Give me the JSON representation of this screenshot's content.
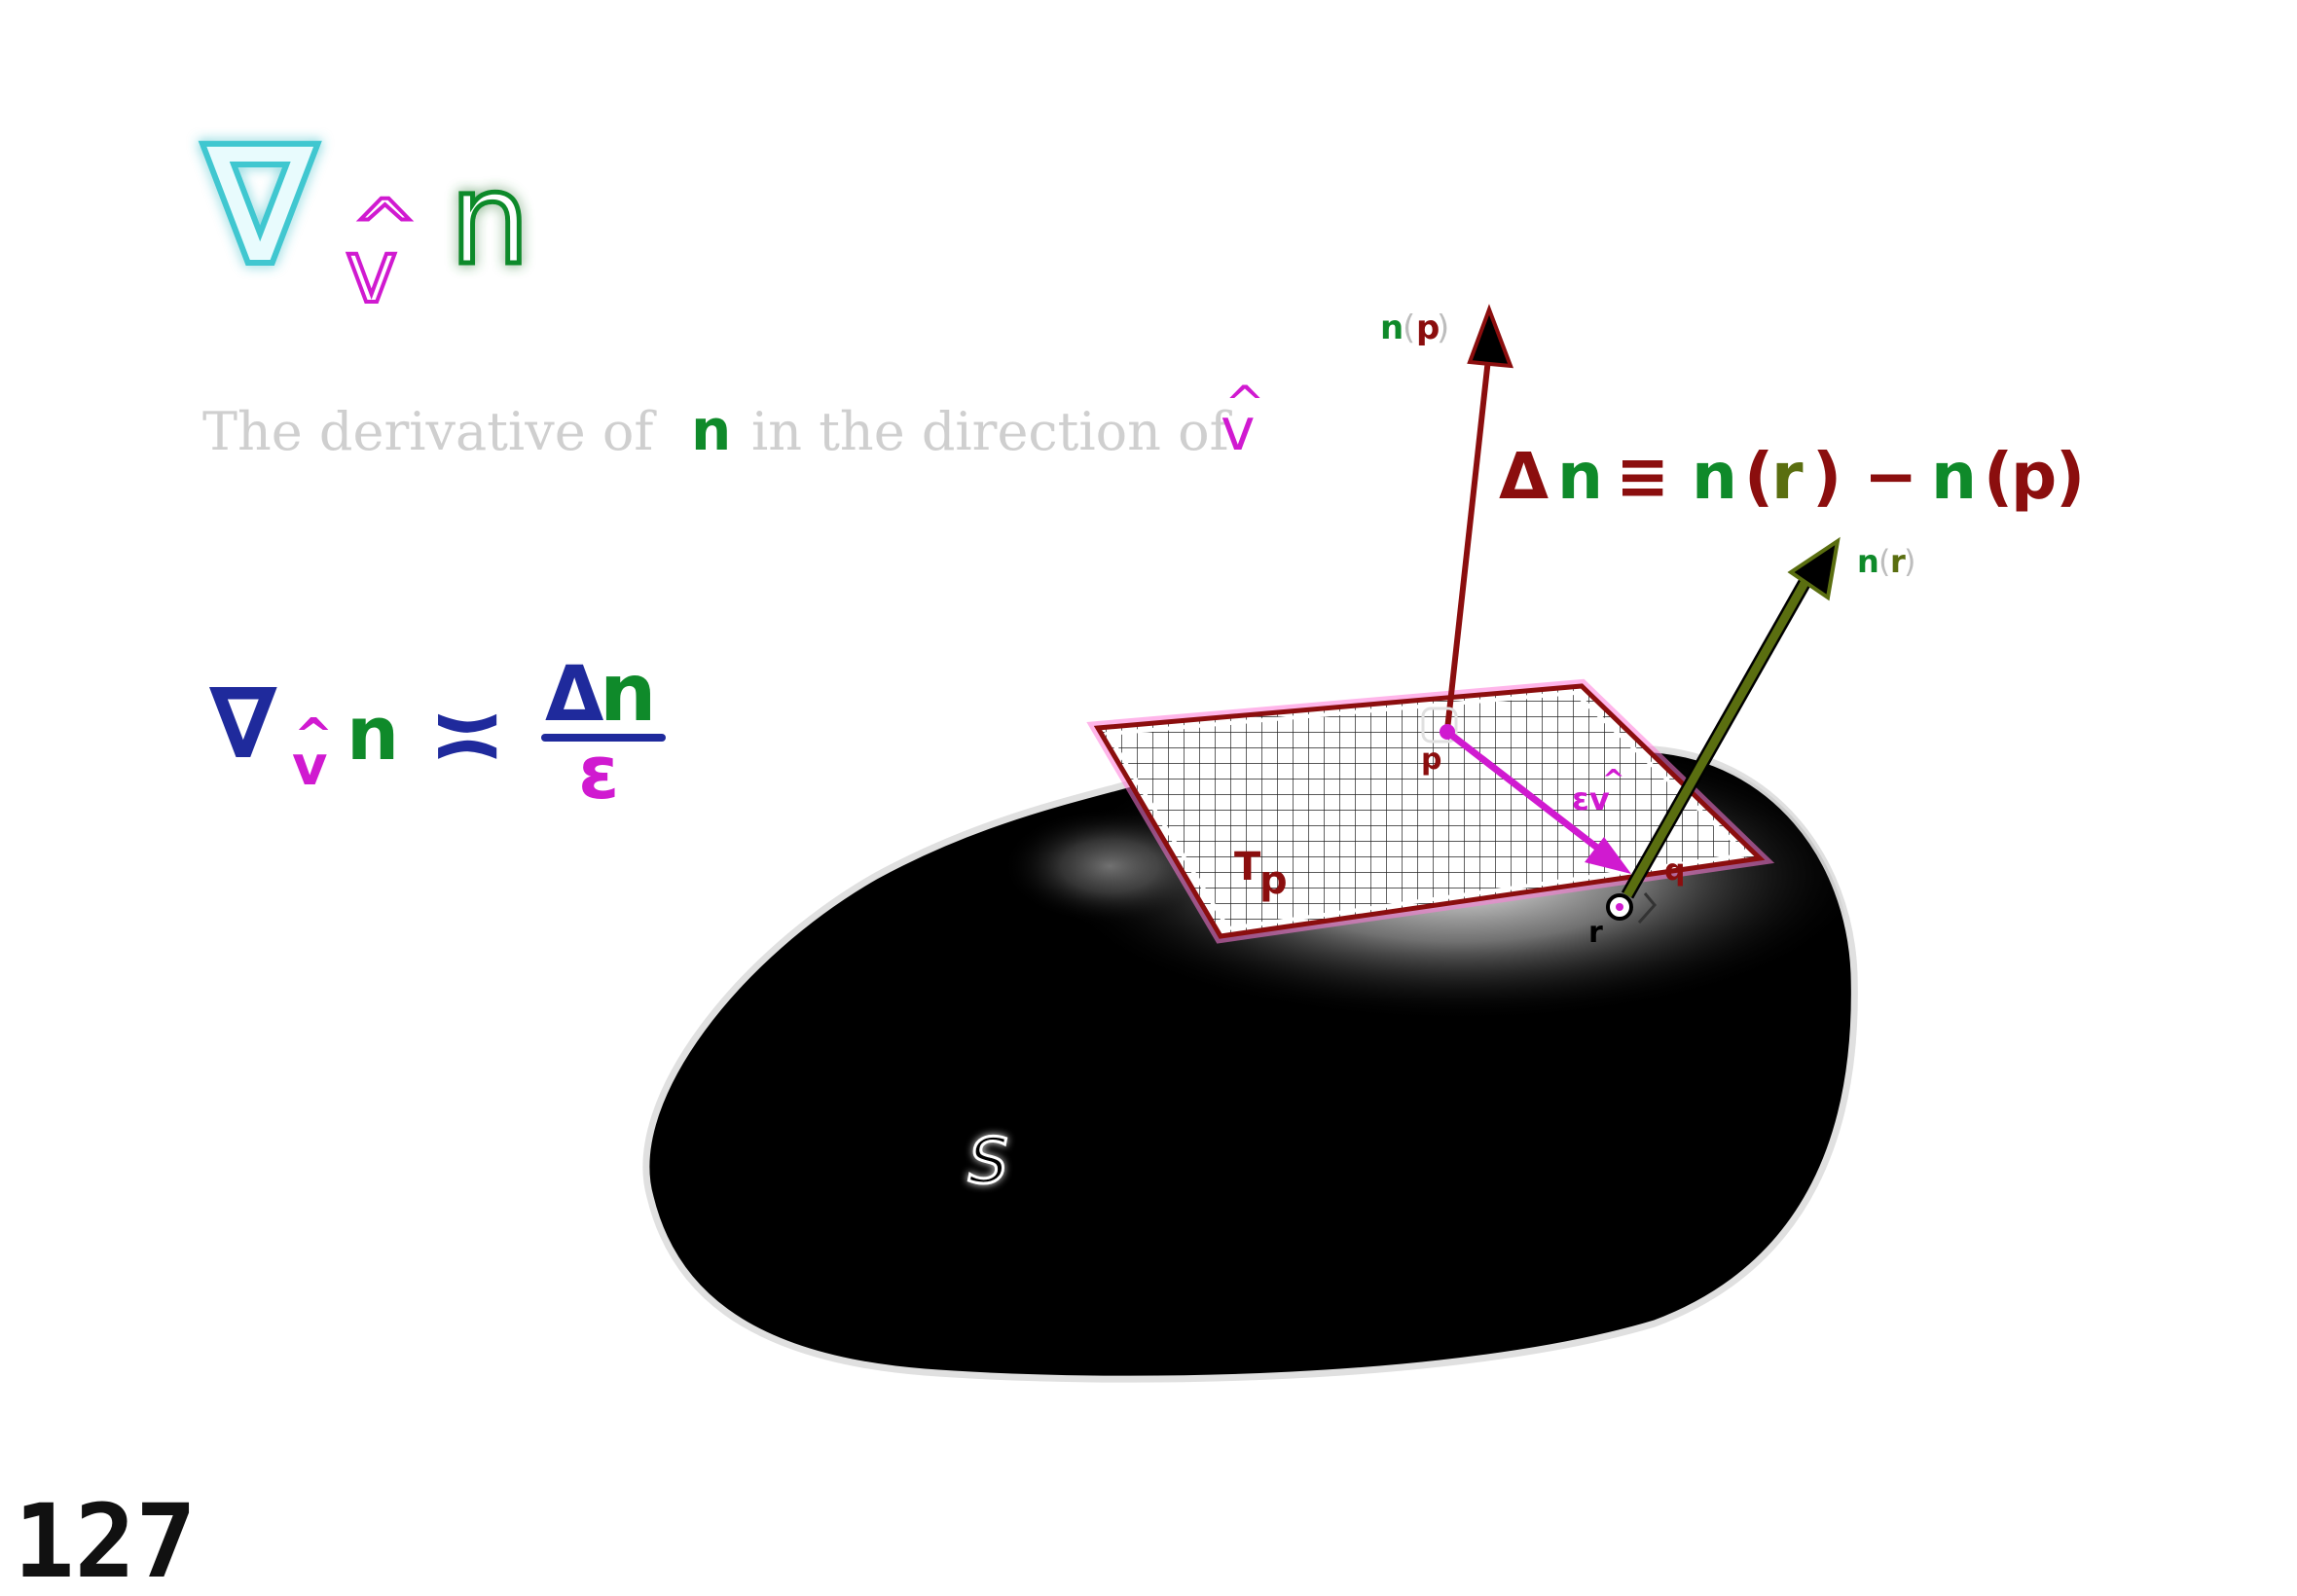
{
  "title": {
    "nabla": "∇",
    "sub_v": "v",
    "hat": "^",
    "n": "n"
  },
  "description": {
    "prefix": "The derivative of",
    "n": "n",
    "middle": "in the direction of",
    "v": "v",
    "hat": "^"
  },
  "approx_formula": {
    "nabla": "∇",
    "sub_v": "v",
    "hat": "^",
    "n": "n",
    "relation": "≍",
    "numerator_delta": "Δ",
    "numerator_n": "n",
    "denominator": "ε"
  },
  "delta_definition": {
    "delta": "Δ",
    "n1": "n",
    "equiv": "≡",
    "n2": "n",
    "open2": "(",
    "r": "r",
    "close2": ")",
    "minus": "−",
    "n3": "n",
    "open3": "(",
    "p": "p",
    "close3": ")"
  },
  "labels": {
    "np_n": "n",
    "np_open": "(",
    "np_p": "p",
    "np_close": ")",
    "nr_n": "n",
    "nr_open": "(",
    "nr_r": "r",
    "nr_close": ")",
    "point_p": "p",
    "point_q": "q",
    "point_r": "r",
    "eps_v": "εv",
    "eps_v_hat": "^",
    "tangent_T": "T",
    "tangent_p": "p",
    "surface": "S"
  },
  "page_number": "127",
  "colors": {
    "cyan": "#3fc7d0",
    "magenta": "#d01ad0",
    "green": "#0f8a2a",
    "dark_red": "#8b0e0e",
    "olive": "#5a6e10",
    "navy": "#1f2a9c",
    "gray_text": "#c8c8c8",
    "surface": "#000000"
  }
}
